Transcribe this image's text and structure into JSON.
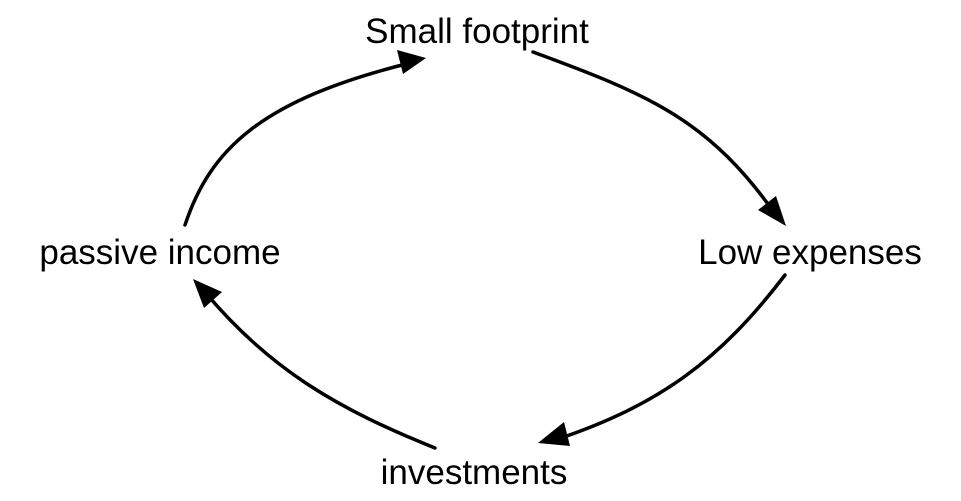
{
  "diagram": {
    "type": "cycle",
    "colors": {
      "text": "#000000",
      "arrow": "#000000",
      "background": "#ffffff"
    },
    "nodes": [
      {
        "id": "small-footprint",
        "label": "Small footprint"
      },
      {
        "id": "low-expenses",
        "label": "Low expenses"
      },
      {
        "id": "investments",
        "label": "investments"
      },
      {
        "id": "passive-income",
        "label": "passive income"
      }
    ],
    "edges": [
      {
        "from": "small-footprint",
        "to": "low-expenses"
      },
      {
        "from": "low-expenses",
        "to": "investments"
      },
      {
        "from": "investments",
        "to": "passive-income"
      },
      {
        "from": "passive-income",
        "to": "small-footprint"
      }
    ]
  }
}
